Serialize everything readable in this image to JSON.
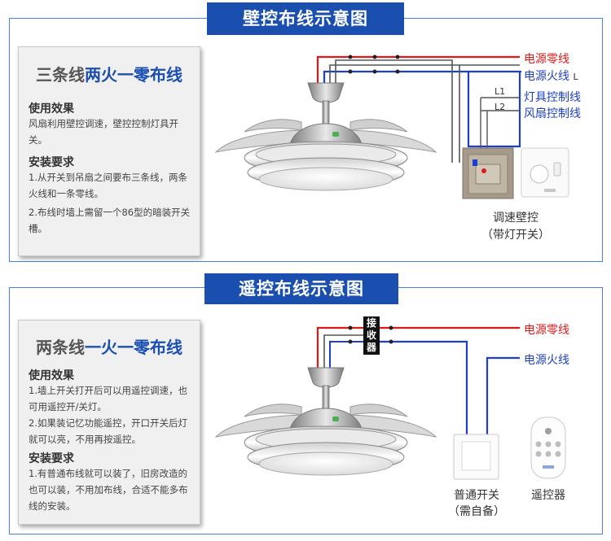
{
  "top": {
    "banner": "壁控布线示意图",
    "info": {
      "title_part1": "三条线",
      "title_part2": "两火一零布线",
      "usage_heading": "使用效果",
      "usage_text": "风扇利用壁控调速，壁控控制灯具开关。",
      "install_heading": "安装要求",
      "install_line1": "1.从开关到吊扇之间要布三条线，两条火线和一条零线。",
      "install_line2": "2.布线时墙上需留一个86型的暗装开关槽。"
    },
    "labels": {
      "neutral": "电源零线",
      "live": "电源火线",
      "live_suffix": "L",
      "l1": "L1",
      "l2": "L2",
      "light_ctrl": "灯具控制线",
      "fan_ctrl": "风扇控制线"
    },
    "caption_line1": "调速壁控",
    "caption_line2": "（带灯开关）"
  },
  "bottom": {
    "banner": "遥控布线示意图",
    "info": {
      "title_part1": "两条线",
      "title_part2": "一火一零布线",
      "usage_heading": "使用效果",
      "usage_line1": "1.墙上开关打开后可以用遥控调速，也可用遥控开/关灯。",
      "usage_line2": "2.如果装记忆功能遥控，开口开关后灯就可以亮，不用再按遥控。",
      "install_heading": "安装要求",
      "install_text": "1.有普通布线就可以装了，旧房改造的也可以装，不用加布线，合适不能多布线的安装。"
    },
    "receiver": "接收器",
    "labels": {
      "neutral": "电源零线",
      "live": "电源火线"
    },
    "switch_caption_line1": "普通开关",
    "switch_caption_line2": "（需自备）",
    "remote_caption": "遥控器"
  },
  "colors": {
    "accent_blue": "#1a4fb0",
    "wire_red": "#e01818",
    "wire_blue": "#1e3fc8",
    "wire_grey": "#555555"
  }
}
